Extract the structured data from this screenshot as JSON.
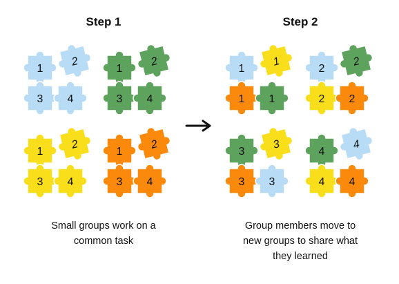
{
  "colors": {
    "blue": "#b8dcf5",
    "green": "#5ea35d",
    "yellow": "#f9df1b",
    "orange": "#fb8a0c",
    "outline": "#ffffff",
    "text": "#111111"
  },
  "step1": {
    "title": "Step 1",
    "caption_line1": "Small groups work on a",
    "caption_line2": "common task",
    "groups": [
      {
        "name": "group-blue",
        "pieces": [
          {
            "label": "1",
            "color": "blue",
            "italic": false
          },
          {
            "label": "2",
            "color": "blue",
            "italic": true
          },
          {
            "label": "3",
            "color": "blue",
            "italic": false
          },
          {
            "label": "4",
            "color": "blue",
            "italic": false
          }
        ]
      },
      {
        "name": "group-green",
        "pieces": [
          {
            "label": "1",
            "color": "green",
            "italic": false
          },
          {
            "label": "2",
            "color": "green",
            "italic": true
          },
          {
            "label": "3",
            "color": "green",
            "italic": false
          },
          {
            "label": "4",
            "color": "green",
            "italic": false
          }
        ]
      },
      {
        "name": "group-yellow",
        "pieces": [
          {
            "label": "1",
            "color": "yellow",
            "italic": false
          },
          {
            "label": "2",
            "color": "yellow",
            "italic": true
          },
          {
            "label": "3",
            "color": "yellow",
            "italic": false
          },
          {
            "label": "4",
            "color": "yellow",
            "italic": false
          }
        ]
      },
      {
        "name": "group-orange",
        "pieces": [
          {
            "label": "1",
            "color": "orange",
            "italic": false
          },
          {
            "label": "2",
            "color": "orange",
            "italic": true
          },
          {
            "label": "3",
            "color": "orange",
            "italic": false
          },
          {
            "label": "4",
            "color": "orange",
            "italic": false
          }
        ]
      }
    ]
  },
  "step2": {
    "title": "Step 2",
    "caption_line1": "Group members move to",
    "caption_line2": "new groups to share what",
    "caption_line3": "they learned",
    "groups": [
      {
        "name": "group-ones",
        "pieces": [
          {
            "label": "1",
            "color": "blue",
            "italic": false
          },
          {
            "label": "1",
            "color": "yellow",
            "italic": true
          },
          {
            "label": "1",
            "color": "orange",
            "italic": false
          },
          {
            "label": "1",
            "color": "green",
            "italic": false
          }
        ]
      },
      {
        "name": "group-twos",
        "pieces": [
          {
            "label": "2",
            "color": "blue",
            "italic": false
          },
          {
            "label": "2",
            "color": "green",
            "italic": true
          },
          {
            "label": "2",
            "color": "yellow",
            "italic": false
          },
          {
            "label": "2",
            "color": "orange",
            "italic": false
          }
        ]
      },
      {
        "name": "group-threes",
        "pieces": [
          {
            "label": "3",
            "color": "green",
            "italic": false
          },
          {
            "label": "3",
            "color": "yellow",
            "italic": true
          },
          {
            "label": "3",
            "color": "orange",
            "italic": false
          },
          {
            "label": "3",
            "color": "blue",
            "italic": false
          }
        ]
      },
      {
        "name": "group-fours",
        "pieces": [
          {
            "label": "4",
            "color": "green",
            "italic": false
          },
          {
            "label": "4",
            "color": "blue",
            "italic": true
          },
          {
            "label": "4",
            "color": "yellow",
            "italic": false
          },
          {
            "label": "4",
            "color": "orange",
            "italic": false
          }
        ]
      }
    ]
  }
}
